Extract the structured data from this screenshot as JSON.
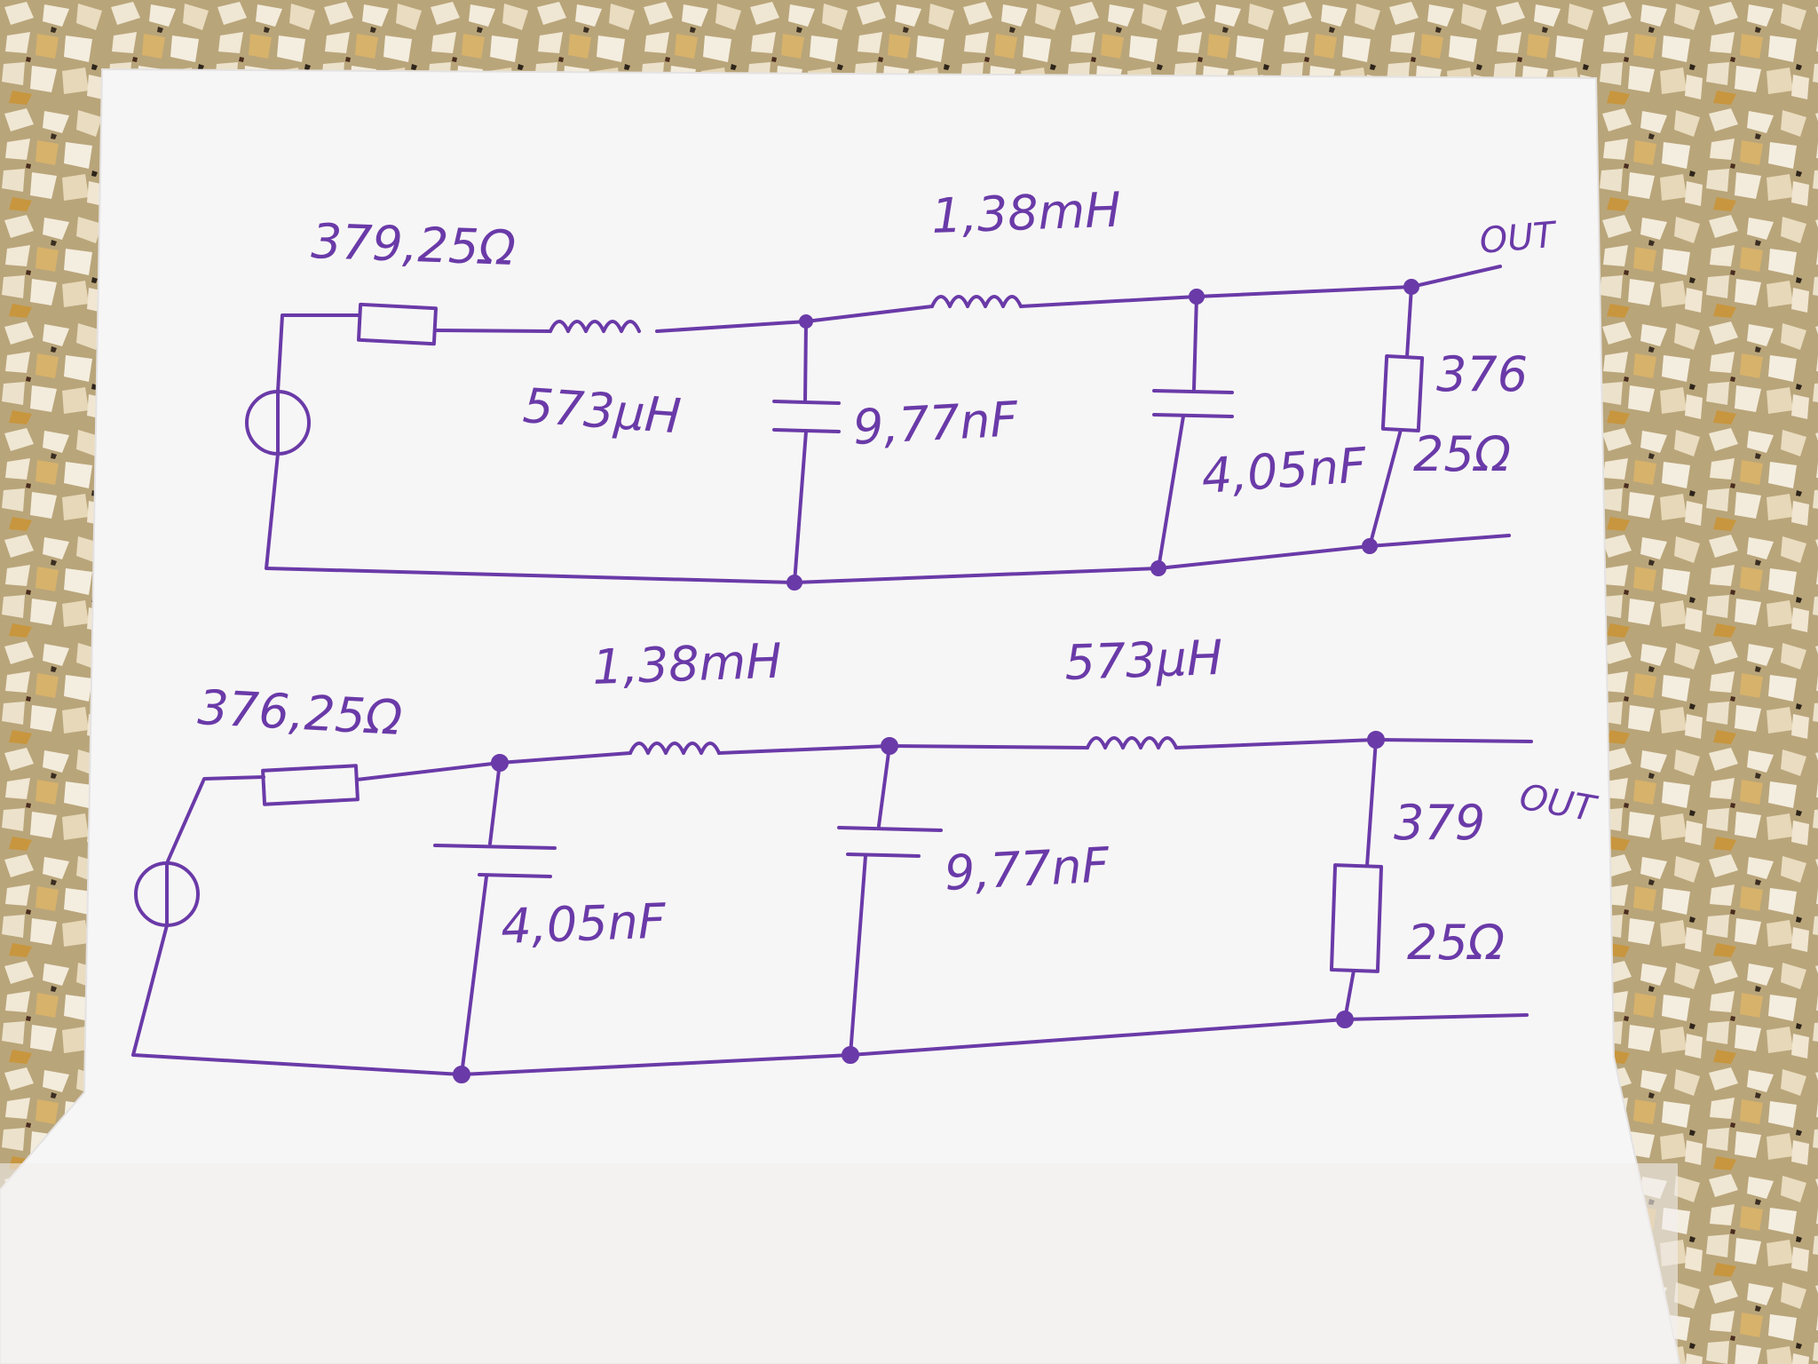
{
  "colors": {
    "ink": "#6a3aa8",
    "paper": "#f7f6f6",
    "floor": "#c7b58a"
  },
  "circuit_top": {
    "source_resistor_label": "379,25Ω",
    "inductor_series_label": "573µH",
    "inductor_main_label": "1,38mH",
    "capacitor_first_label": "9,77nF",
    "capacitor_second_label": "4,05nF",
    "load_resistor_label_line1": "376",
    "load_resistor_label_line2": "25Ω",
    "output_label": "OUT"
  },
  "circuit_bottom": {
    "source_resistor_label": "376,25Ω",
    "inductor_first_label": "1,38mH",
    "inductor_second_label": "573µH",
    "capacitor_first_label": "4,05nF",
    "capacitor_second_label": "9,77nF",
    "load_resistor_label_line1": "379",
    "load_resistor_label_line2": "25Ω",
    "output_label": "OUT"
  }
}
